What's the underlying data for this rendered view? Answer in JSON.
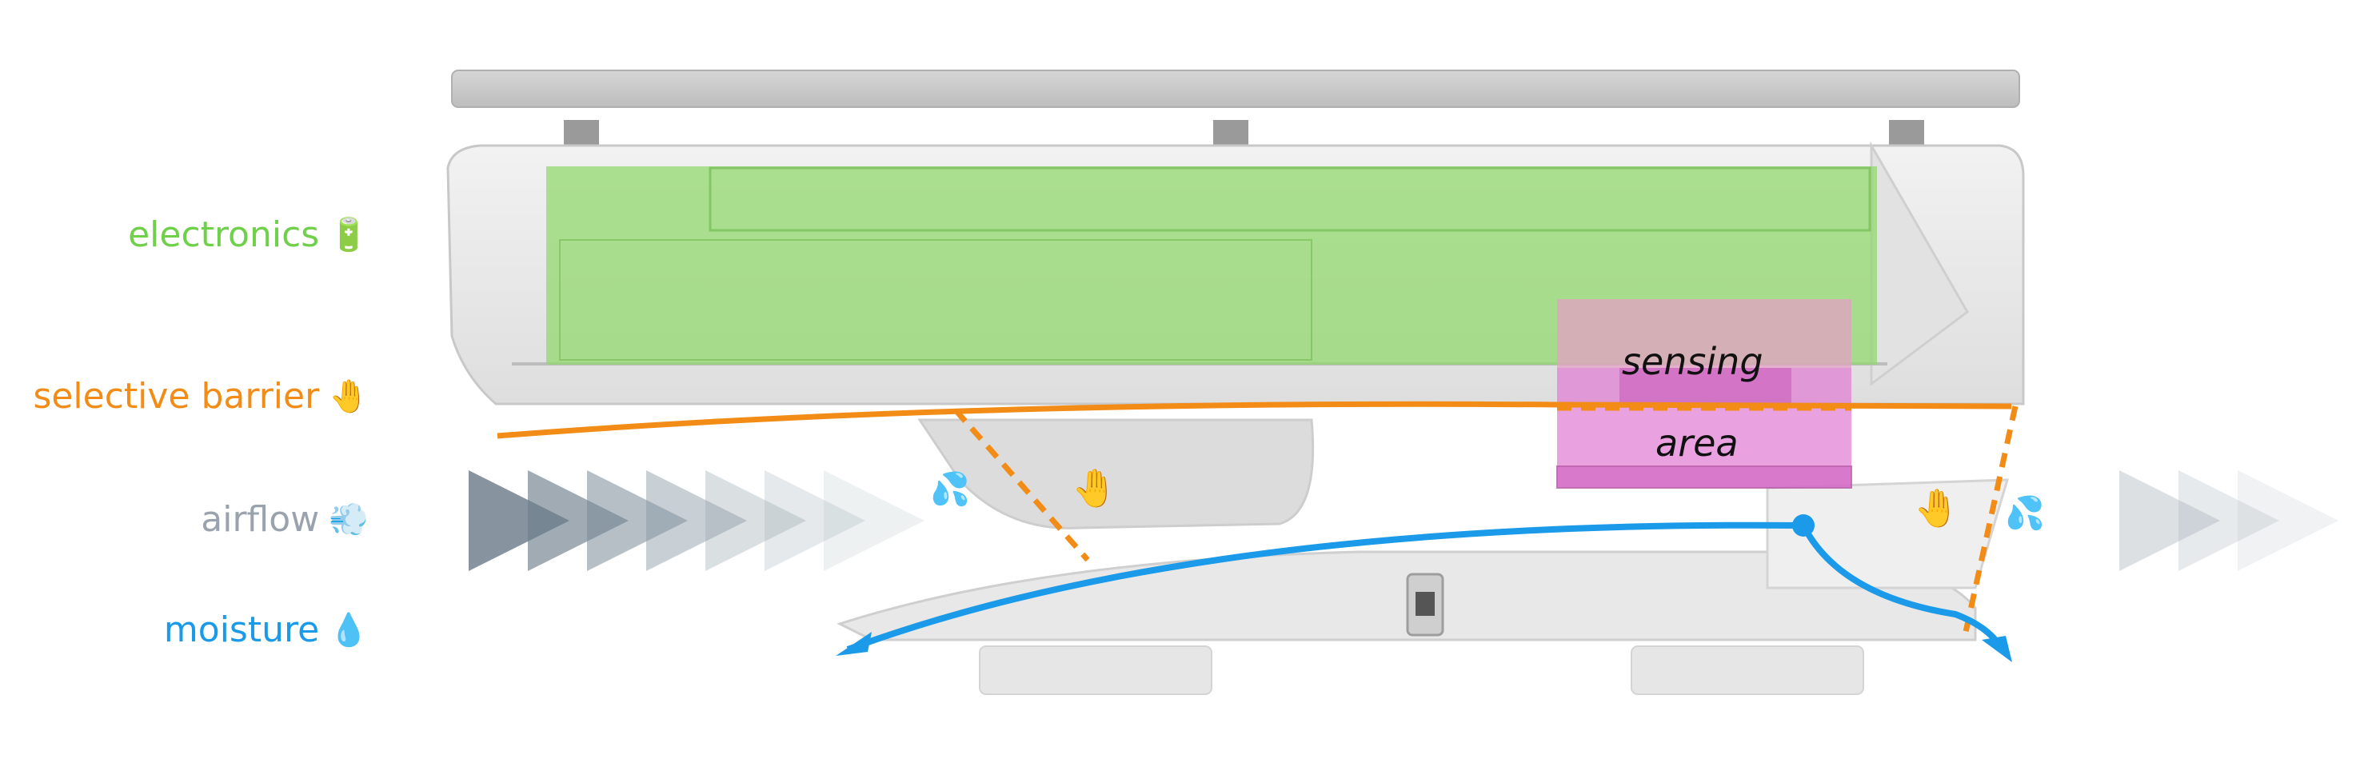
{
  "legend": {
    "electronics": {
      "label": "electronics",
      "icon": "battery-icon",
      "glyph": "🔋",
      "color": "#6fd04a"
    },
    "barrier": {
      "label": "selective barrier",
      "icon": "raised-hand-icon",
      "glyph": "🤚",
      "color": "#f28c17"
    },
    "airflow": {
      "label": "airflow",
      "icon": "dash-wind-icon",
      "glyph": "💨",
      "color": "#9aa3ad"
    },
    "moisture": {
      "label": "moisture",
      "icon": "droplet-icon",
      "glyph": "💧",
      "color": "#1a9ae8"
    }
  },
  "diagram": {
    "sensing_label_1": "sensing",
    "sensing_label_2": "area",
    "hand_glyph": "🤚",
    "splash_glyph": "💦",
    "colors": {
      "electronics_fill": "#8fd86a",
      "sensing_fill": "#e07bd2",
      "barrier": "#f28c17",
      "moisture": "#1a9ae8",
      "airflow": "#8a96a3",
      "device_body": "#e6e6e6",
      "device_stroke": "#c8c8c8"
    }
  }
}
